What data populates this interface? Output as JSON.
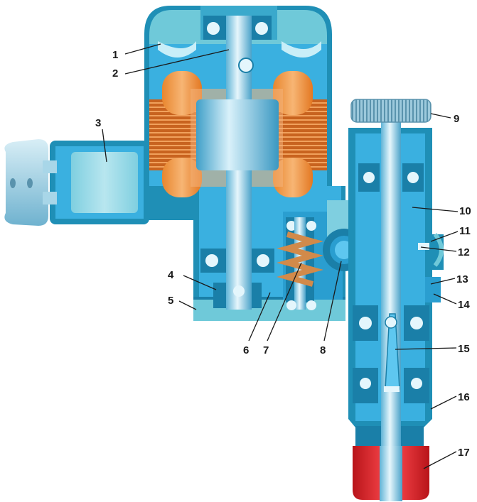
{
  "diagram": {
    "callouts": [
      {
        "id": "1",
        "text": "1"
      },
      {
        "id": "2",
        "text": "2"
      },
      {
        "id": "3",
        "text": "3"
      },
      {
        "id": "4",
        "text": "4"
      },
      {
        "id": "5",
        "text": "5"
      },
      {
        "id": "6",
        "text": "6"
      },
      {
        "id": "7",
        "text": "7"
      },
      {
        "id": "8",
        "text": "8"
      },
      {
        "id": "9",
        "text": "9"
      },
      {
        "id": "10",
        "text": "10"
      },
      {
        "id": "11",
        "text": "11"
      },
      {
        "id": "12",
        "text": "12"
      },
      {
        "id": "13",
        "text": "13"
      },
      {
        "id": "14",
        "text": "14"
      },
      {
        "id": "15",
        "text": "15"
      },
      {
        "id": "16",
        "text": "16"
      },
      {
        "id": "17",
        "text": "17"
      }
    ]
  },
  "colors": {
    "housing_light": "#6fc9d9",
    "housing_mid": "#2aa6c8",
    "housing_dark": "#1a7fa8",
    "inner_blue": "#3ab0e0",
    "winding": "#e8862e",
    "laminations": "#c8631f",
    "collet_red": "#e0242b",
    "steel": "#9fd6ea"
  }
}
